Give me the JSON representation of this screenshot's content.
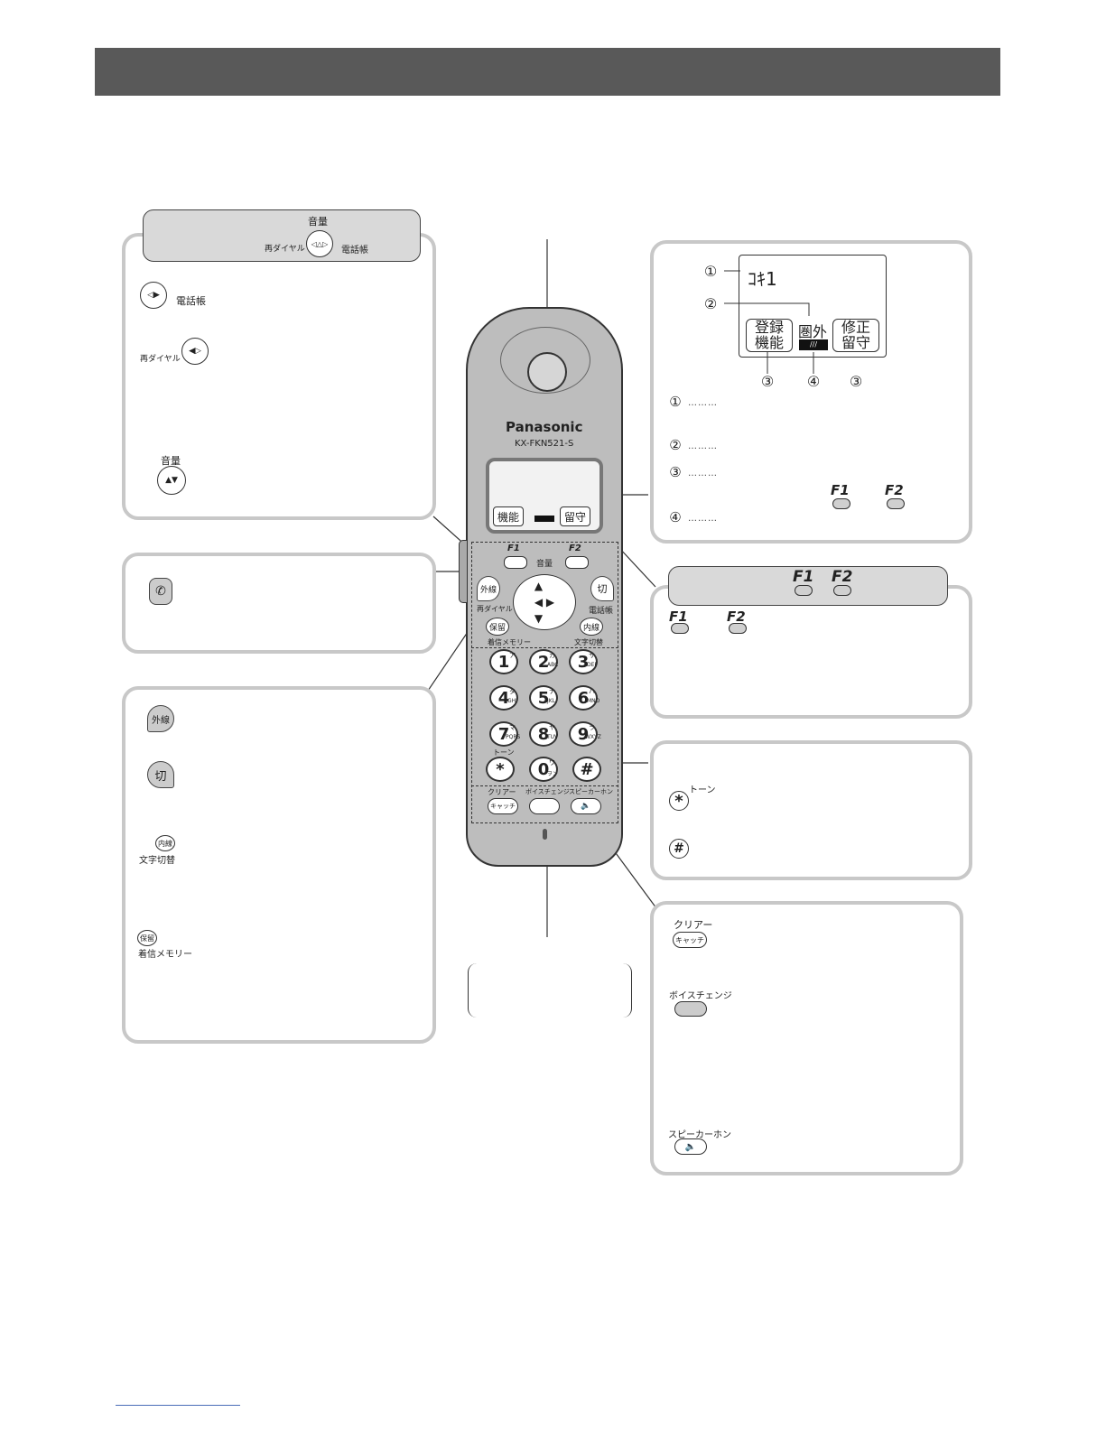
{
  "colors": {
    "header_bar": "#595959",
    "panel_border": "#c8c8c8",
    "tab_fill": "#d9d9d9",
    "phone_body": "#bdbdbd"
  },
  "nav_panel": {
    "tab_label_volume": "音量",
    "tab_label_redial": "再ダイヤル",
    "tab_label_phonebook": "電話帳",
    "item_phonebook": "電話帳",
    "item_redial": "再ダイヤル",
    "item_volume": "音量"
  },
  "display": {
    "line1": "ｺｷ1",
    "out_of_range": "圏外",
    "left_box_top": "登録",
    "left_box_bottom": "機能",
    "right_box_top": "修正",
    "right_box_bottom": "留守",
    "callout_1": "①",
    "callout_2": "②",
    "callout_3": "③",
    "callout_4": "④",
    "callout_3b": "③",
    "legend": [
      {
        "num": "①",
        "dots": "………"
      },
      {
        "num": "②",
        "dots": "………"
      },
      {
        "num": "③",
        "dots": "………"
      },
      {
        "num": "④",
        "dots": "………"
      }
    ],
    "f1": "F1",
    "f2": "F2"
  },
  "fkeys_panel": {
    "tab_f1": "F1",
    "tab_f2": "F2",
    "item_f1": "F1",
    "item_f2": "F2"
  },
  "phone": {
    "brand": "Panasonic",
    "model": "KX-FKN521-S",
    "screen_left": "機能",
    "screen_right": "留守",
    "f1": "F1",
    "f2": "F2",
    "volume": "音量",
    "outside_line": "外線",
    "end": "切",
    "redial": "再ダイヤル",
    "phonebook": "電話帳",
    "hold": "保留",
    "incoming_memory": "着信メモリー",
    "intercom": "内線",
    "char_switch": "文字切替",
    "tone": "トーン",
    "clear": "クリアー",
    "voice_change": "ボイスチェンジ",
    "speakerphone": "スピーカーホン",
    "catch": "キャッチ",
    "keys": [
      {
        "digit": "1",
        "kana": "ア",
        "letters": ""
      },
      {
        "digit": "2",
        "kana": "カ",
        "letters": "ABC"
      },
      {
        "digit": "3",
        "kana": "サ",
        "letters": "DEF"
      },
      {
        "digit": "4",
        "kana": "タ",
        "letters": "GHI"
      },
      {
        "digit": "5",
        "kana": "ナ",
        "letters": "JKL"
      },
      {
        "digit": "6",
        "kana": "ハ",
        "letters": "MNO"
      },
      {
        "digit": "7",
        "kana": "マ",
        "letters": "PQRS"
      },
      {
        "digit": "8",
        "kana": "ヤ",
        "letters": "TUV"
      },
      {
        "digit": "9",
        "kana": "ラ",
        "letters": "WXYZ"
      },
      {
        "digit": "*",
        "kana": "",
        "letters": ""
      },
      {
        "digit": "0",
        "kana": "ワ",
        "letters": "ヲン"
      },
      {
        "digit": "#",
        "kana": "",
        "letters": ""
      }
    ]
  },
  "talk_panel": {
    "icon": "phone-icon"
  },
  "side_keys_panel": {
    "outside_line": "外線",
    "end": "切",
    "intercom": "内線",
    "char_switch": "文字切替",
    "hold": "保留",
    "incoming_memory": "着信メモリー"
  },
  "star_hash_panel": {
    "tone": "トーン",
    "star": "*",
    "hash": "#"
  },
  "bottom_keys_panel": {
    "clear": "クリアー",
    "catch": "キャッチ",
    "voice_change": "ボイスチェンジ",
    "speakerphone": "スピーカーホン"
  }
}
